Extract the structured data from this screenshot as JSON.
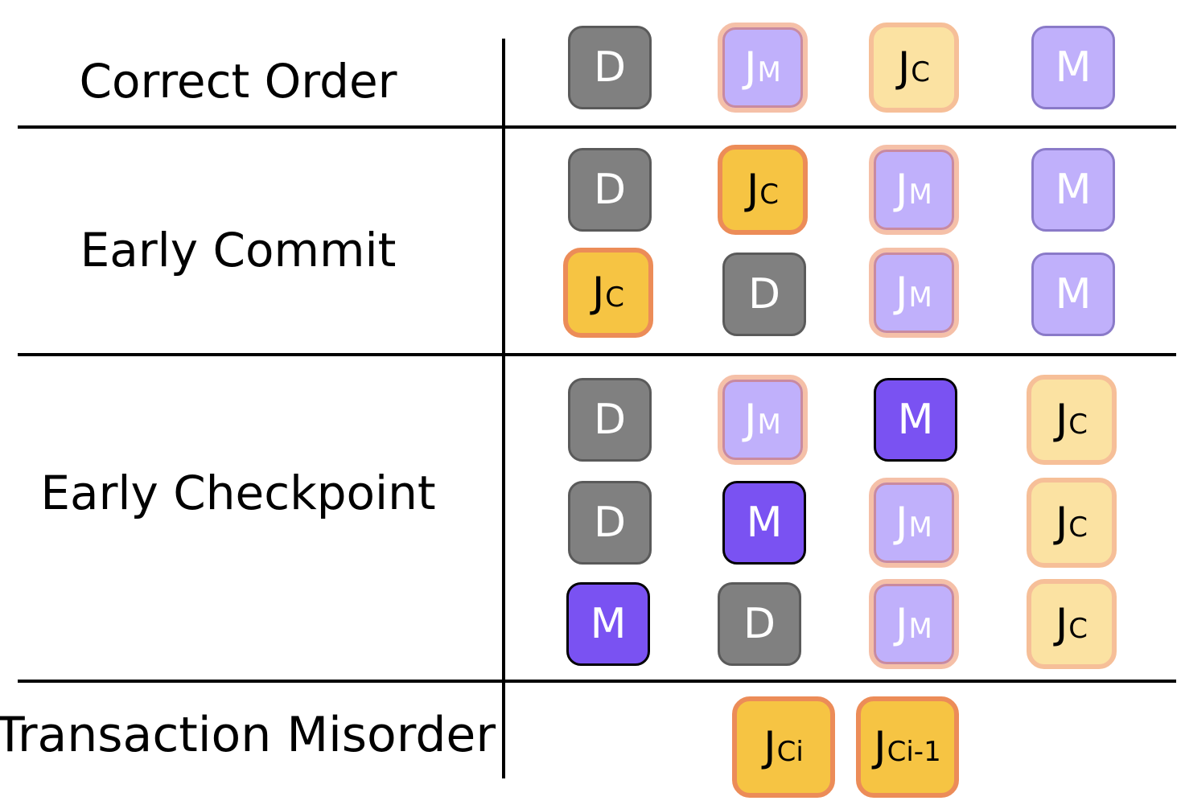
{
  "rows": [
    {
      "label": "Correct Order"
    },
    {
      "label": "Early Commit"
    },
    {
      "label": "Early Checkpoint"
    },
    {
      "label": "Transaction Misorder"
    }
  ],
  "tiles": {
    "d": "D",
    "m": "M",
    "j": "J",
    "m_sub": "M",
    "c_sub": "C",
    "ci_sub": "Ci",
    "ci1_sub": "Ci-1"
  },
  "colors": {
    "data_block": "#808080",
    "metadata_light": "#c0b0fb",
    "metadata_dark": "#7a52f2",
    "commit_light": "#fbe2a2",
    "commit_dark": "#f6c443",
    "commit_border": "#ec8c58"
  },
  "sequences": [
    [
      "D",
      "JM",
      "JC",
      "M"
    ],
    [
      "D",
      "JC",
      "JM",
      "M"
    ],
    [
      "JC",
      "D",
      "JM",
      "M"
    ],
    [
      "D",
      "JM",
      "M",
      "JC"
    ],
    [
      "D",
      "M",
      "JM",
      "JC"
    ],
    [
      "M",
      "D",
      "JM",
      "JC"
    ],
    [
      "JCi",
      "JCi-1"
    ]
  ]
}
